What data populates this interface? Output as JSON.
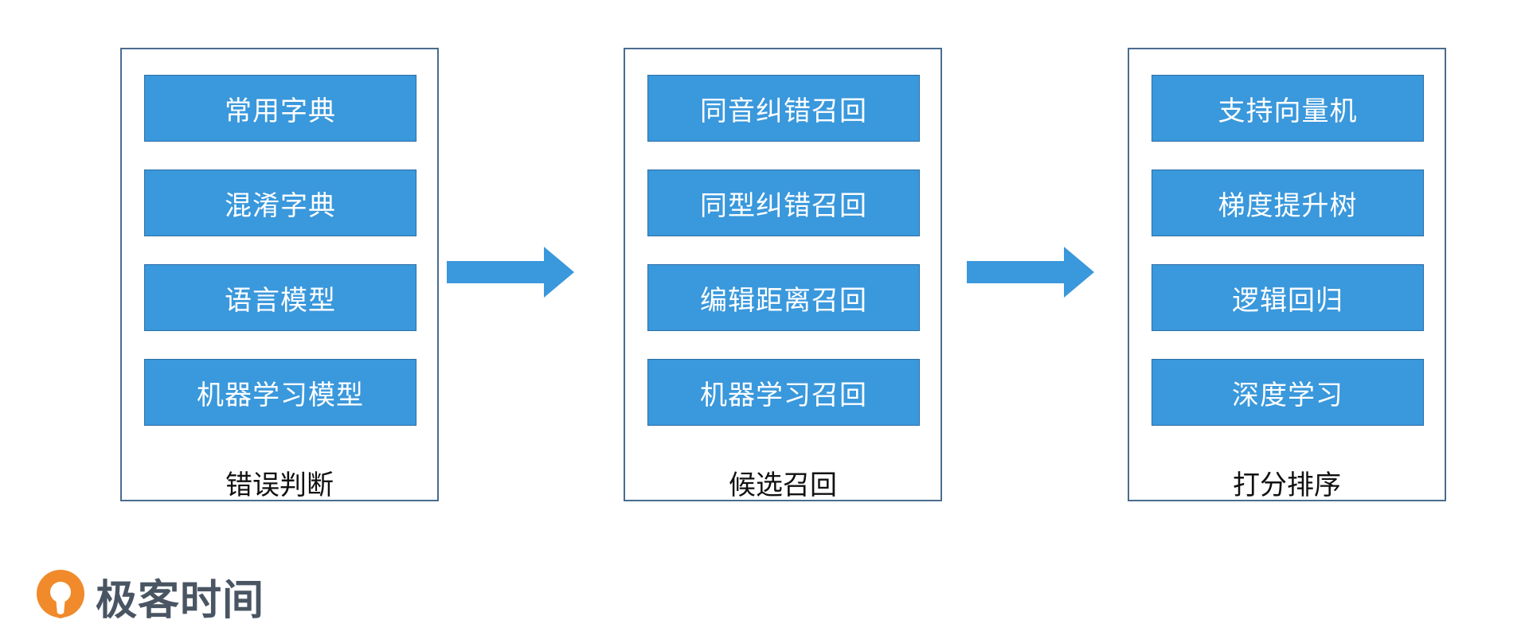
{
  "colors": {
    "box_fill": "#3a98dc",
    "box_border": "#2d6ea3",
    "stage_border": "#4a6c90",
    "arrow": "#3a98dc",
    "logo_orange": "#f08a2b",
    "logo_text": "#4a5563"
  },
  "stages": [
    {
      "label": "错误判断",
      "items": [
        "常用字典",
        "混淆字典",
        "语言模型",
        "机器学习模型"
      ]
    },
    {
      "label": "候选召回",
      "items": [
        "同音纠错召回",
        "同型纠错召回",
        "编辑距离召回",
        "机器学习召回"
      ]
    },
    {
      "label": "打分排序",
      "items": [
        "支持向量机",
        "梯度提升树",
        "逻辑回归",
        "深度学习"
      ]
    }
  ],
  "logo": {
    "text": "极客时间",
    "icon": "geektime-logo-icon"
  }
}
